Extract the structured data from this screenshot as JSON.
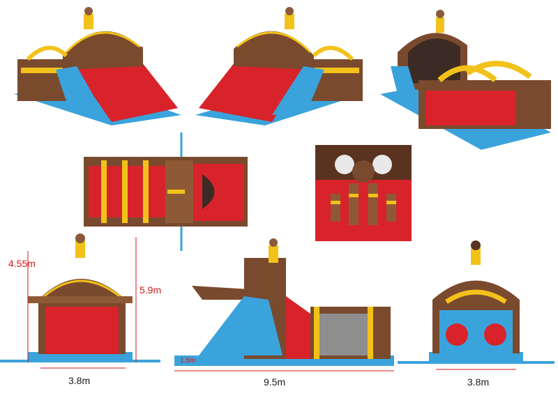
{
  "views": {
    "perspective_front_left": "Pirate ship inflatable obstacle course, three-quarter view from slide end",
    "perspective_front_right": "Pirate ship inflatable obstacle course, opposite three-quarter view",
    "perspective_rear": "Pirate ship inflatable obstacle course, rear three-quarter view",
    "top": "Top-down plan view",
    "interior_detail": "Interior close-up with pop-up obstacles",
    "front_elevation": "Front elevation view",
    "side_elevation": "Side elevation view",
    "rear_elevation": "Rear elevation view"
  },
  "dimensions": {
    "front_height_inner": "4.55m",
    "front_height_total": "5.9m",
    "front_width": "3.8m",
    "side_length": "9.5m",
    "side_small": "1.5m",
    "rear_width": "3.8m"
  },
  "colors": {
    "brown": "#7a4a2e",
    "dark_brown": "#5a3320",
    "red": "#d8232a",
    "yellow": "#f2c21a",
    "blue": "#3aa3dc",
    "dim_red": "#d0191b"
  }
}
